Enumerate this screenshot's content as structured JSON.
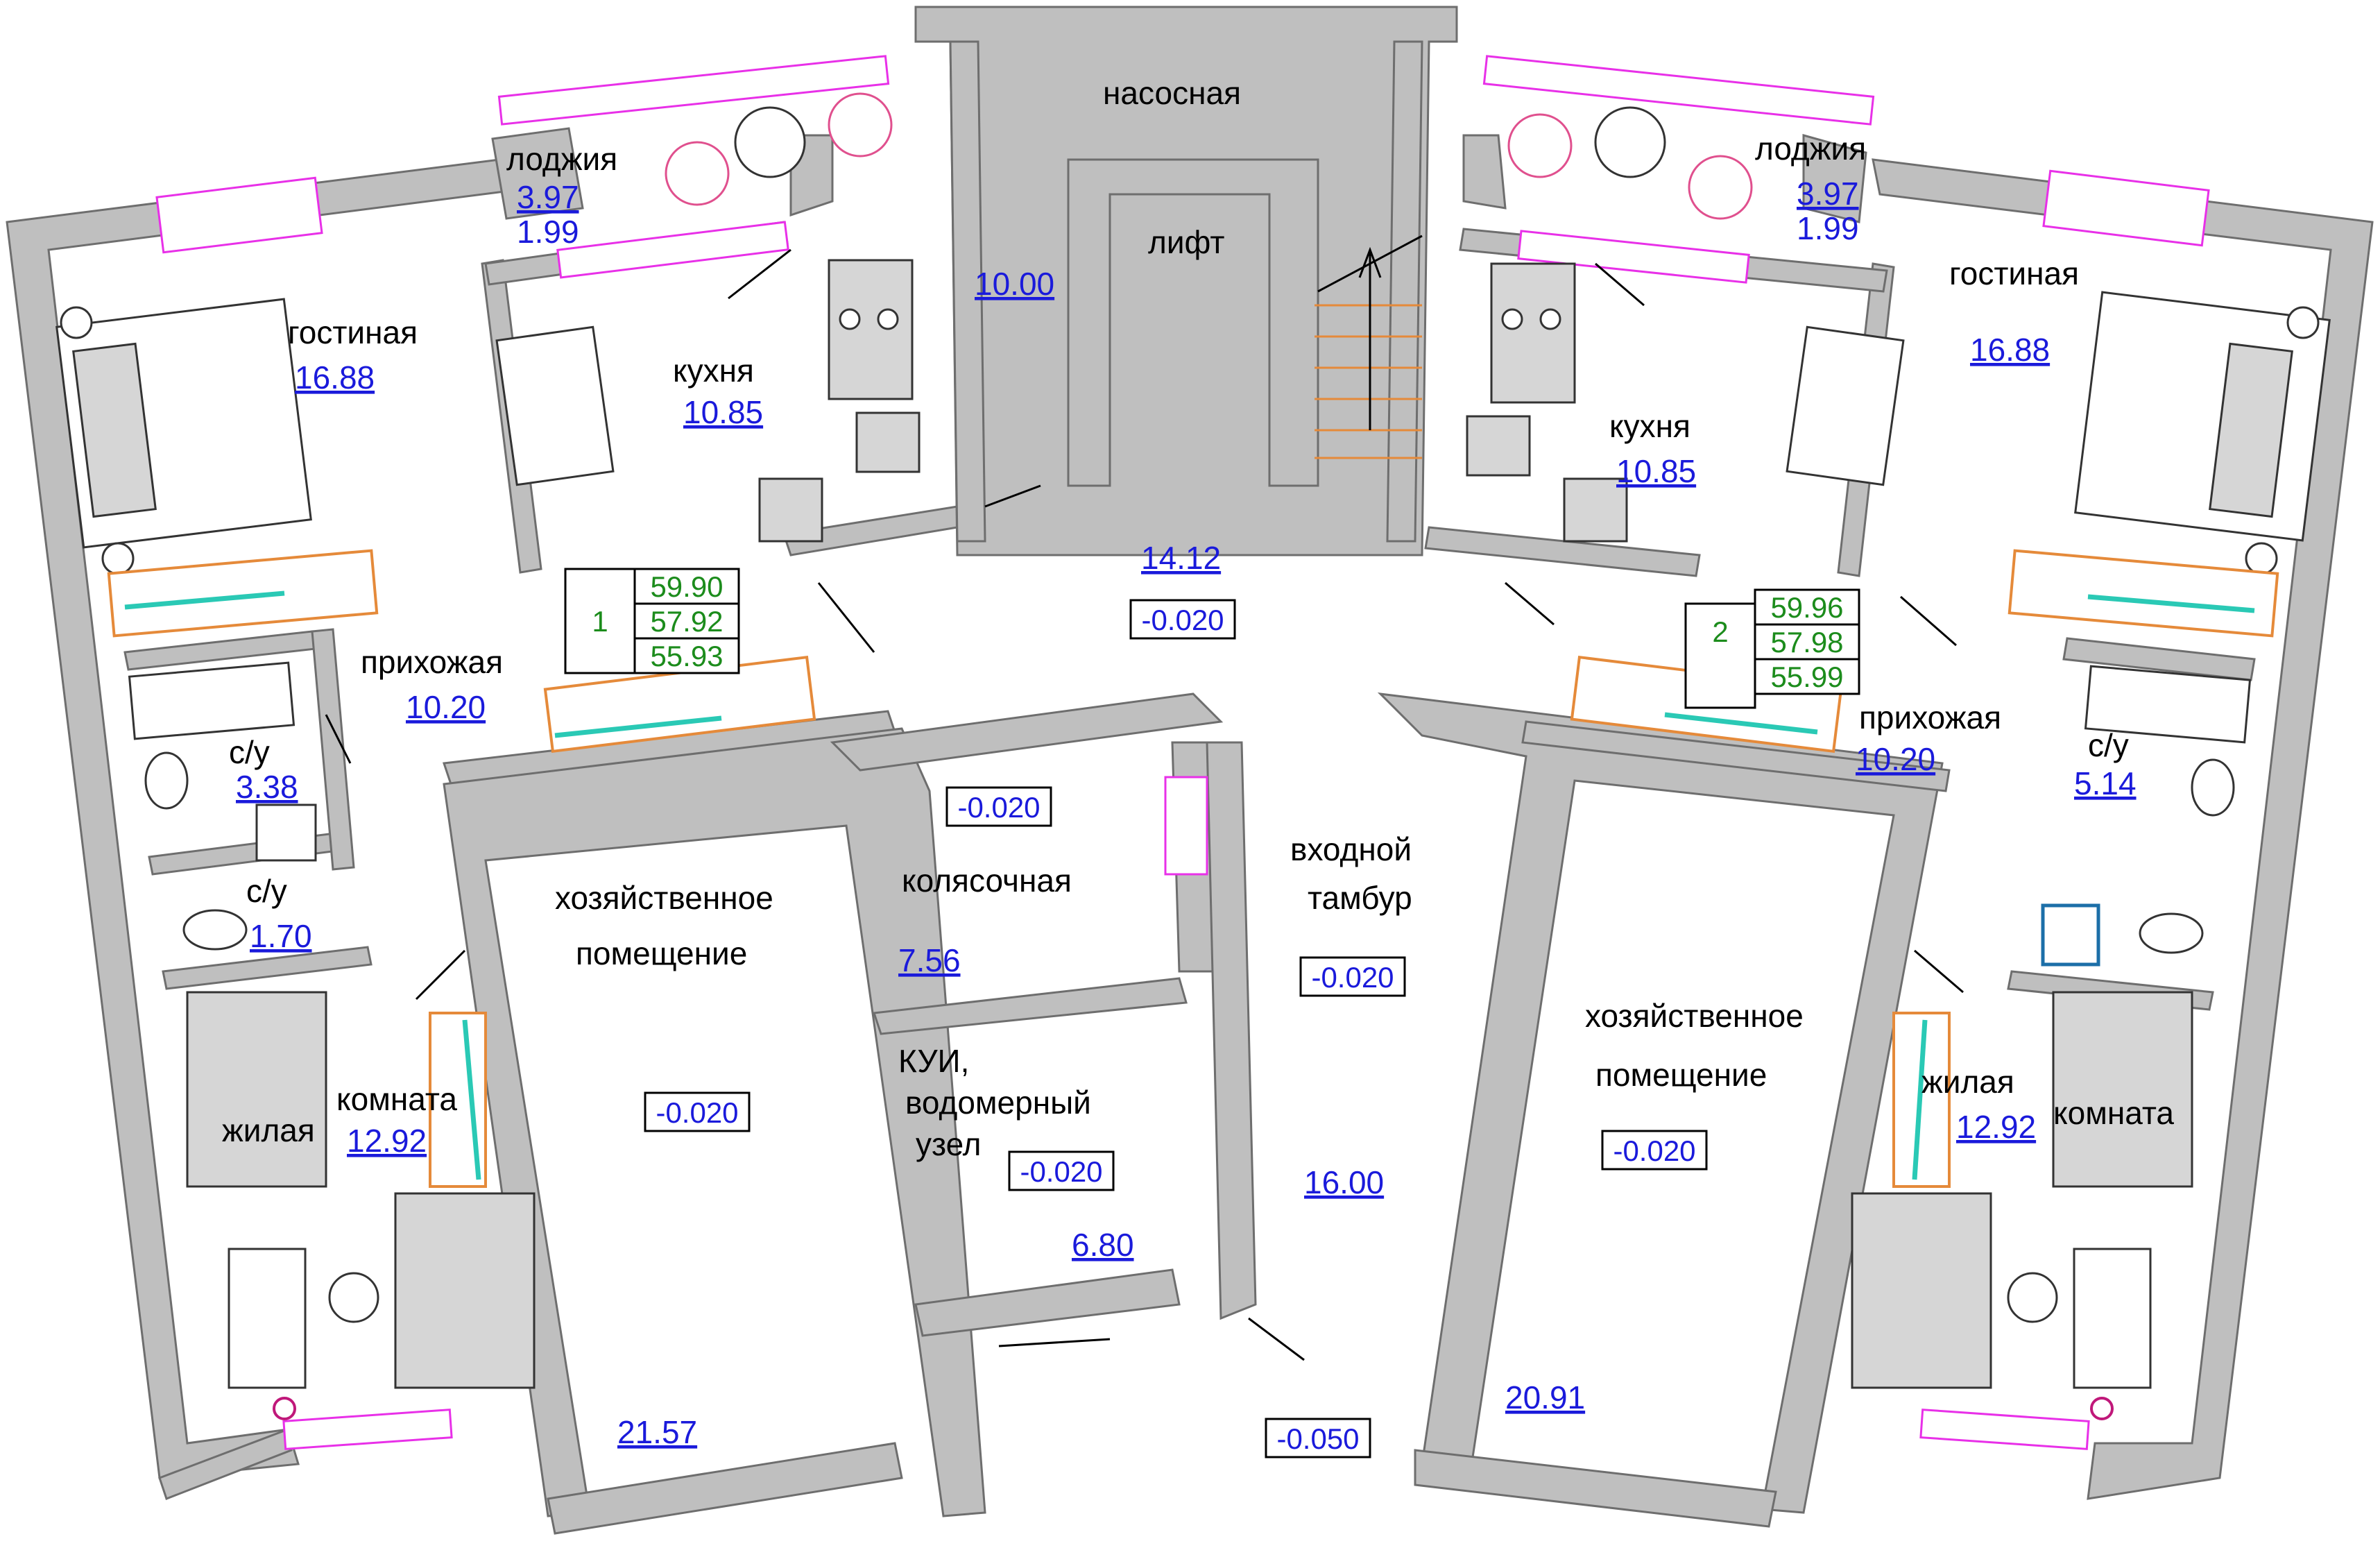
{
  "colors": {
    "wall_fill": "#bfbfbf",
    "wall_stroke": "#6e6e6e",
    "area_text": "#1a1adb",
    "apartment_text": "#1c8c1c",
    "window_frame": "#e830e8",
    "wardrobe_outline": "#e58a3a",
    "wardrobe_rail": "#2ac9b5"
  },
  "rooms": {
    "loggia_left": {
      "name": "лоджия",
      "area": "3.97",
      "area2": "1.99"
    },
    "loggia_right": {
      "name": "лоджия",
      "area": "3.97",
      "area2": "1.99"
    },
    "living_left": {
      "name": "гостиная",
      "area": "16.88"
    },
    "living_right": {
      "name": "гостиная",
      "area": "16.88"
    },
    "kitchen_left": {
      "name": "кухня",
      "area": "10.85"
    },
    "kitchen_right": {
      "name": "кухня",
      "area": "10.85"
    },
    "hall_left": {
      "name": "прихожая",
      "area": "10.20"
    },
    "hall_right": {
      "name": "прихожая",
      "area": "10.20"
    },
    "bath_left": {
      "name": "с/у",
      "area": "3.38"
    },
    "wc_left": {
      "name": "с/у",
      "area": "1.70"
    },
    "bath_right": {
      "name": "с/у",
      "area": "5.14"
    },
    "bedroom_left": {
      "name_line1": "жилая",
      "name_line2": "комната",
      "area": "12.92"
    },
    "bedroom_right": {
      "name_line1": "жилая",
      "name_line2": "комната",
      "area": "12.92"
    },
    "pump": {
      "name": "насосная",
      "area": "10.00"
    },
    "lift": {
      "name": "лифт"
    },
    "stair_hall": {
      "area": "14.12",
      "level": "-0.020"
    },
    "utility_left": {
      "name_line1": "хозяйственное",
      "name_line2": "помещение",
      "area": "21.57",
      "level": "-0.020"
    },
    "utility_right": {
      "name_line1": "хозяйственное",
      "name_line2": "помещение",
      "area": "20.91",
      "level": "-0.020"
    },
    "stroller": {
      "name": "колясочная",
      "area": "7.56",
      "level": "-0.020"
    },
    "meter": {
      "name_line1": "КУИ,",
      "name_line2": "водомерный",
      "name_line3": "узел",
      "area": "6.80",
      "level": "-0.020"
    },
    "vestibule": {
      "name_line1": "входной",
      "name_line2": "тамбур",
      "area": "16.00",
      "level": "-0.020"
    },
    "entrance": {
      "level": "-0.050"
    }
  },
  "apartments": {
    "apt1": {
      "number": "1",
      "total": "59.90",
      "living": "57.92",
      "net": "55.93"
    },
    "apt2": {
      "number": "2",
      "total": "59.96",
      "living": "57.98",
      "net": "55.99"
    }
  }
}
